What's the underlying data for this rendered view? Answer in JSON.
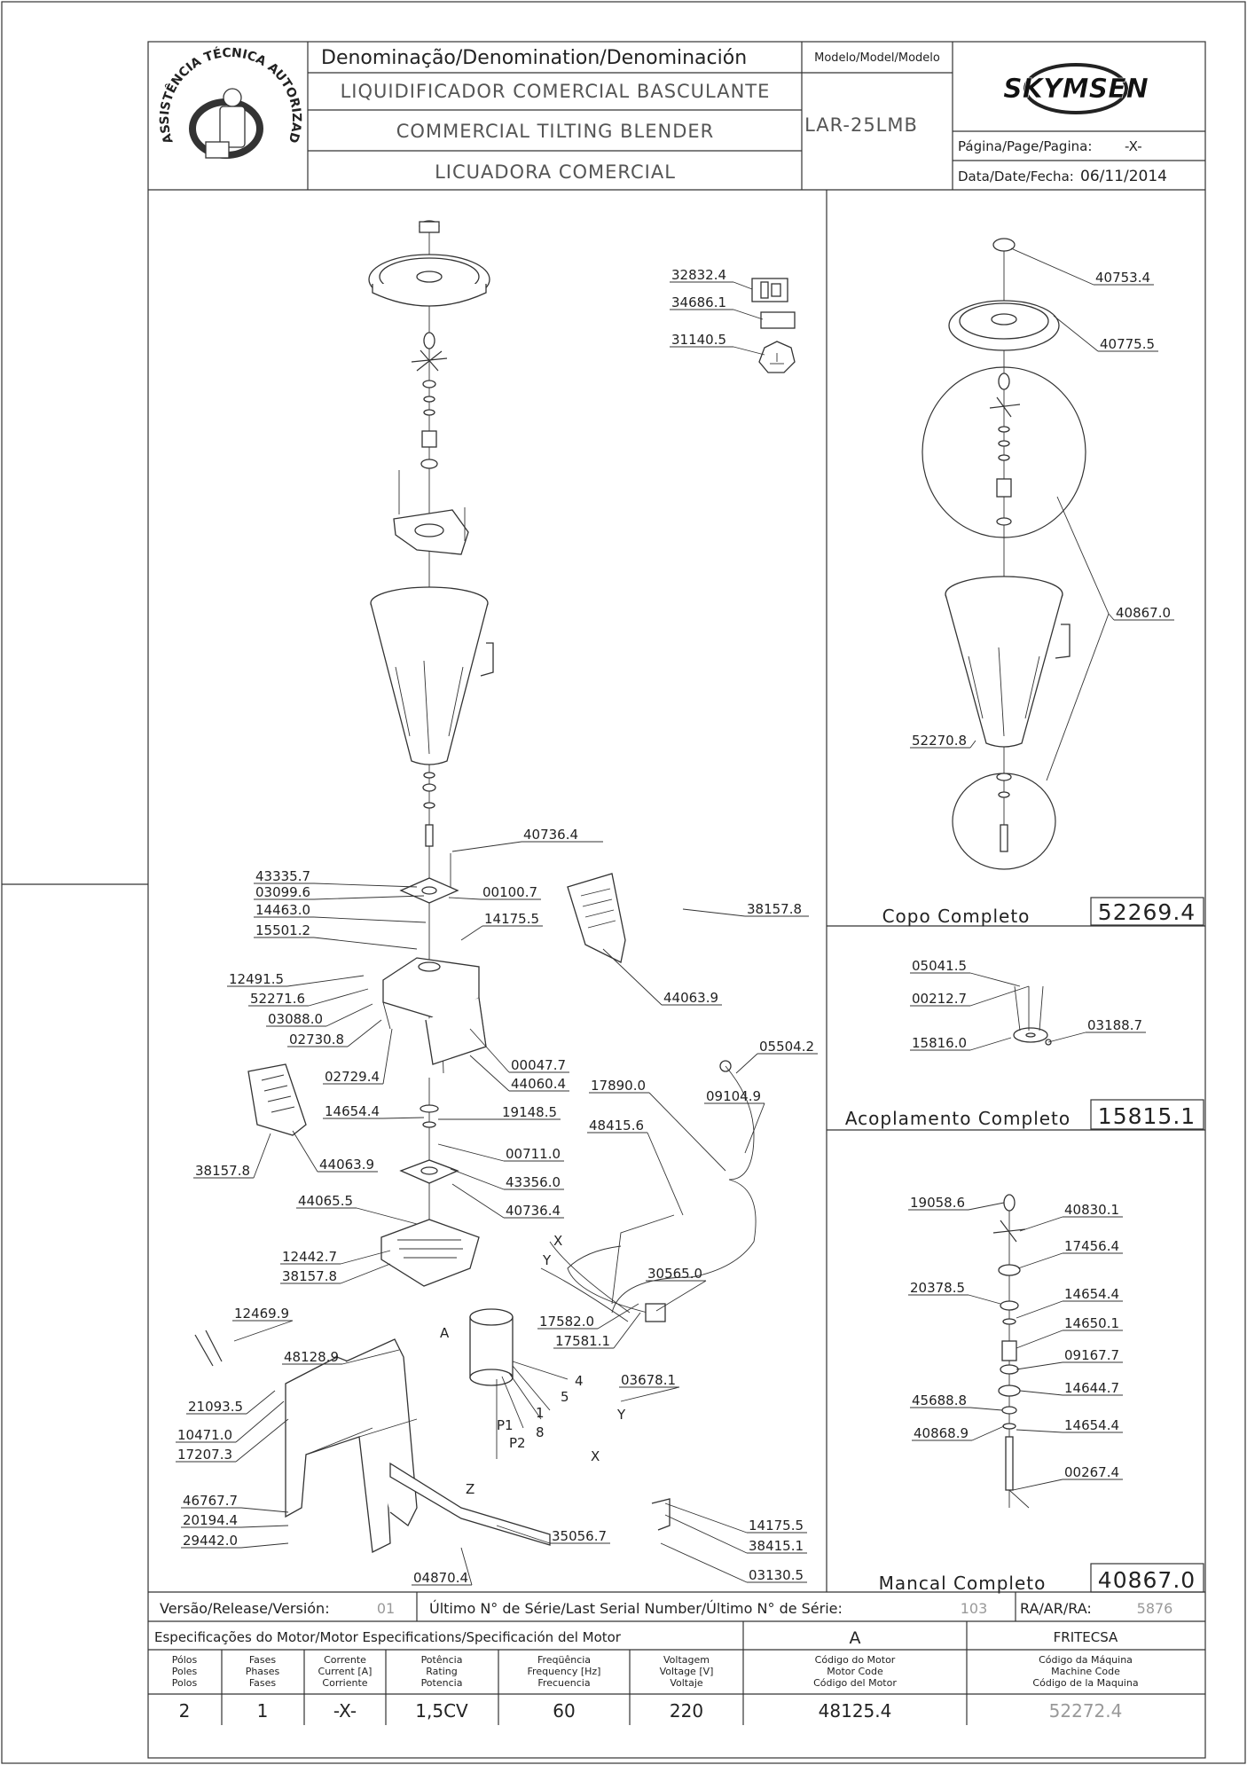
{
  "header": {
    "denomination_label": "Denominação/Denomination/Denominación",
    "name_pt": "LIQUIDIFICADOR COMERCIAL BASCULANTE",
    "name_en": "COMMERCIAL TILTING BLENDER",
    "name_es": "LICUADORA COMERCIAL",
    "model_label": "Modelo/Model/Modelo",
    "model_value": "LAR-25LMB",
    "brand": "SKYMSEN",
    "page_label": "Página/Page/Pagina:",
    "page_value": "-X-",
    "date_label": "Data/Date/Fecha:",
    "date_value": "06/11/2014",
    "seal_text": "ASSISTÊNCIA TÉCNICA AUTORIZADA"
  },
  "parts_main": [
    "32832.4",
    "34686.1",
    "31140.5",
    "40736.4",
    "43335.7",
    "03099.6",
    "00100.7",
    "14463.0",
    "14175.5",
    "15501.2",
    "38157.8",
    "12491.5",
    "52271.6",
    "03088.0",
    "02730.8",
    "44063.9",
    "00047.7",
    "02729.4",
    "44060.4",
    "05504.2",
    "17890.0",
    "09104.9",
    "14654.4",
    "19148.5",
    "48415.6",
    "38157.8",
    "44063.9",
    "00711.0",
    "43356.0",
    "40736.4",
    "44065.5",
    "12442.7",
    "38157.8",
    "30565.0",
    "17582.0",
    "17581.1",
    "12469.9",
    "48128.9",
    "03678.1",
    "21093.5",
    "10471.0",
    "17207.3",
    "46767.7",
    "20194.4",
    "29442.0",
    "35056.7",
    "14175.5",
    "38415.1",
    "04870.4",
    "03130.5"
  ],
  "wire_labels": [
    "X",
    "Y",
    "A",
    "4",
    "5",
    "Y",
    "P1",
    "P2",
    "8",
    "1",
    "X",
    "Z"
  ],
  "copo": {
    "parts": [
      "40753.4",
      "40775.5",
      "40867.0",
      "52270.8"
    ],
    "title": "Copo Completo",
    "code": "52269.4"
  },
  "acoplamento": {
    "parts": [
      "05041.5",
      "00212.7",
      "03188.7",
      "15816.0"
    ],
    "title": "Acoplamento Completo",
    "code": "15815.1"
  },
  "mancal": {
    "parts": [
      "19058.6",
      "40830.1",
      "17456.4",
      "20378.5",
      "14654.4",
      "14650.1",
      "09167.7",
      "45688.8",
      "14644.7",
      "40868.9",
      "14654.4",
      "00267.4"
    ],
    "title": "Mancal Completo",
    "code": "40867.0"
  },
  "release": {
    "version_label": "Versão/Release/Versión:",
    "version_value": "01",
    "serial_label": "Último N° de Série/Last Serial Number/Último N° de Série:",
    "serial_value": "103",
    "ra_label": "RA/AR/RA:",
    "ra_value": "5876"
  },
  "motor": {
    "title": "Especificações do Motor/Motor Especifications/Specificación del Motor",
    "col_a": "A",
    "col_fritecsa": "FRITECSA",
    "headers": [
      [
        "Pólos",
        "Poles",
        "Polos"
      ],
      [
        "Fases",
        "Phases",
        "Fases"
      ],
      [
        "Corrente",
        "Current [A]",
        "Corriente"
      ],
      [
        "Potência",
        "Rating",
        "Potencia"
      ],
      [
        "Freqüência",
        "Frequency [Hz]",
        "Frecuencia"
      ],
      [
        "Voltagem",
        "Voltage [V]",
        "Voltaje"
      ],
      [
        "Código do Motor",
        "Motor Code",
        "Código del Motor"
      ],
      [
        "Código da Máquina",
        "Machine Code",
        "Código de la Maquina"
      ]
    ],
    "values": [
      "2",
      "1",
      "-X-",
      "1,5CV",
      "60",
      "220",
      "48125.4",
      "52272.4"
    ]
  }
}
